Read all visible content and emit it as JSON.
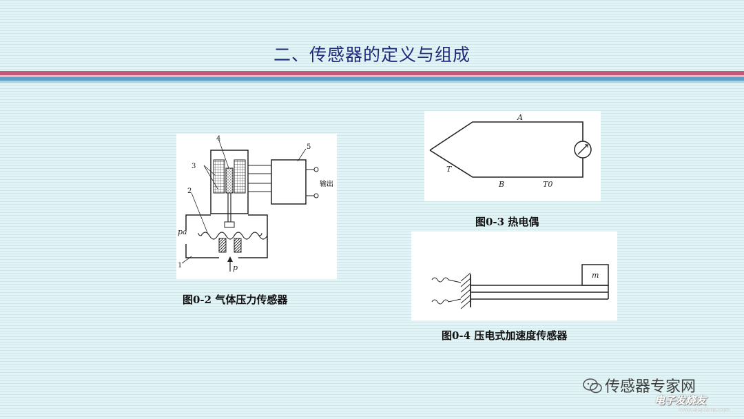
{
  "slide": {
    "title": "二、传感器的定义与组成"
  },
  "figures": {
    "fig2": {
      "caption": "图0-2  气体压力传感器",
      "labels": {
        "n1": "1",
        "n2": "2",
        "n3": "3",
        "n4": "4",
        "n5": "5",
        "output": "输出",
        "pa": "pa",
        "p": "p"
      }
    },
    "fig3": {
      "caption": "图0-3  热电偶",
      "labels": {
        "A": "A",
        "B": "B",
        "T": "T",
        "T0": "T0"
      }
    },
    "fig4": {
      "caption": "图0-4  压电式加速度传感器",
      "labels": {
        "m": "m"
      }
    }
  },
  "watermark": {
    "account": "传感器专家网",
    "site": "电子发烧友",
    "url": "www.elecfans.com"
  },
  "colors": {
    "title": "#1f2a7a",
    "stripe_red": "#c05a78",
    "stripe_blue": "#5f9fc6"
  }
}
